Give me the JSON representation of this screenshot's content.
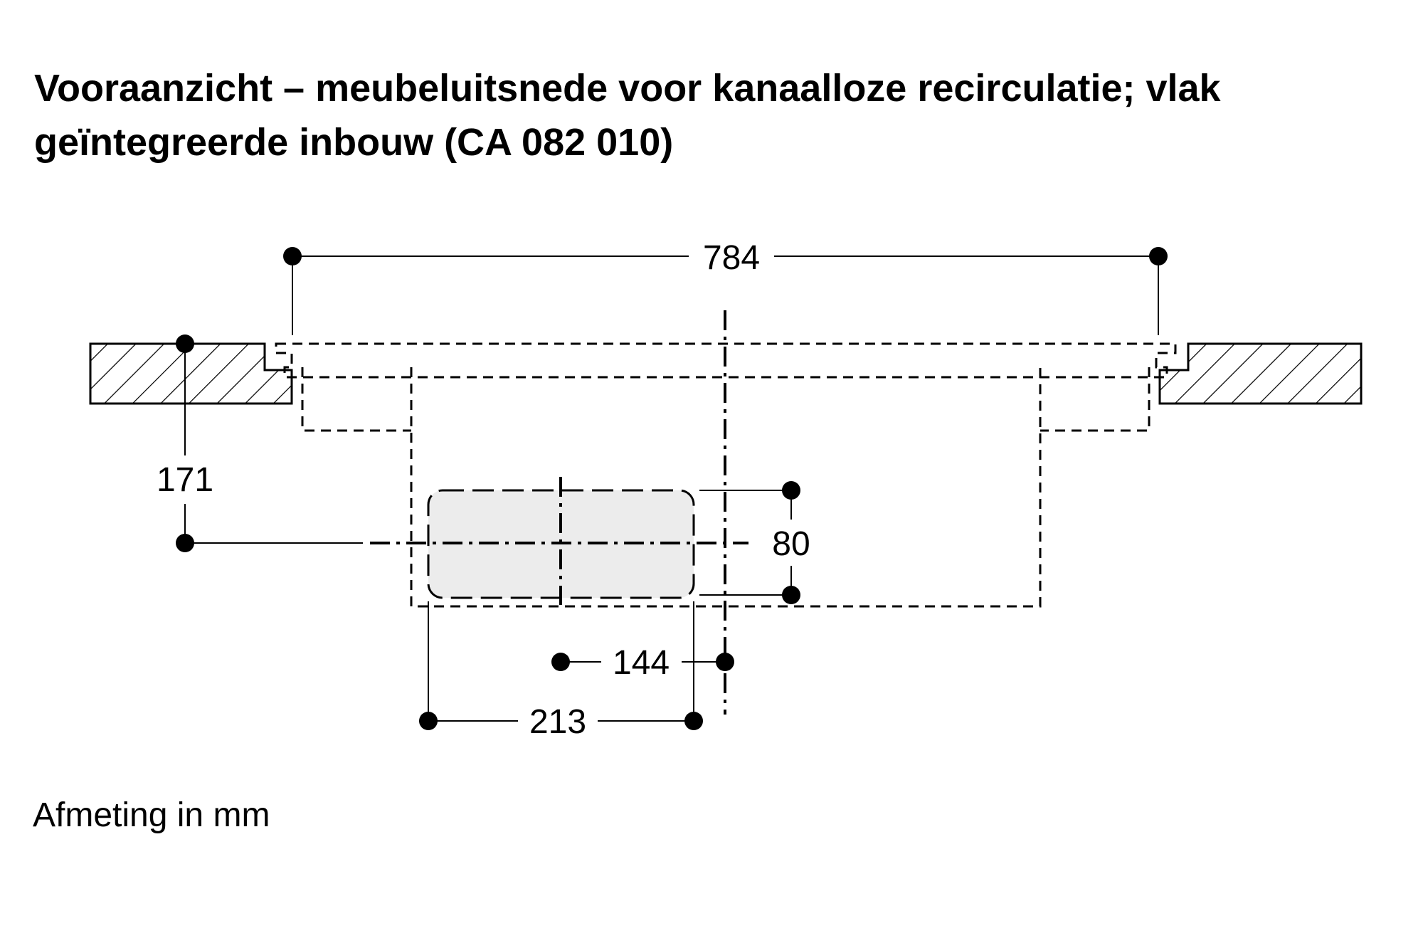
{
  "title": {
    "line1": "Vooraanzicht – meubeluitsnede voor kanaalloze recirculatie; vlak",
    "line2": "geïntegreerde inbouw (CA 082 010)"
  },
  "dimensions": {
    "overall_width": "784",
    "depth_to_centre": "171",
    "filter_height": "80",
    "offset_to_centre": "144",
    "filter_width": "213"
  },
  "footnote": "Afmeting in mm",
  "colors": {
    "line": "#000000",
    "filter_fill": "#ececec",
    "background": "#ffffff"
  }
}
